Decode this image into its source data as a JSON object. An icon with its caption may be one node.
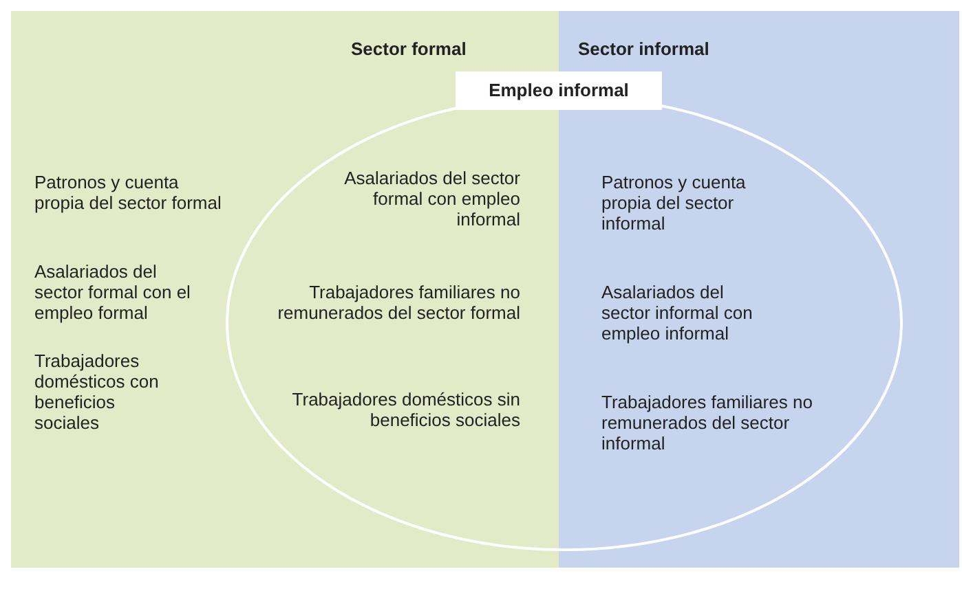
{
  "diagram": {
    "nodes": [
      {
        "text": [
          "Sector formal"
        ]
      },
      {
        "text": [
          "Sector informal"
        ]
      },
      {
        "text": [
          "Empleo informal"
        ]
      }
    ],
    "labels": [
      "Patronos y cuenta propia del sector formal",
      "Asalariados del sector formal con el empleo formal",
      "Trabajadores domésticos con beneficios sociales",
      "Asalariados del sector formal con empleo informal",
      "Trabajadores familiares no remunerados del sector formal",
      "Trabajadores domésticos sin beneficios sociales",
      "Patronos y cuenta propia del sector informal",
      "Asalariados del sector informal con empleo informal",
      "Trabajadores familiares no remunerados del sector informal"
    ]
  }
}
